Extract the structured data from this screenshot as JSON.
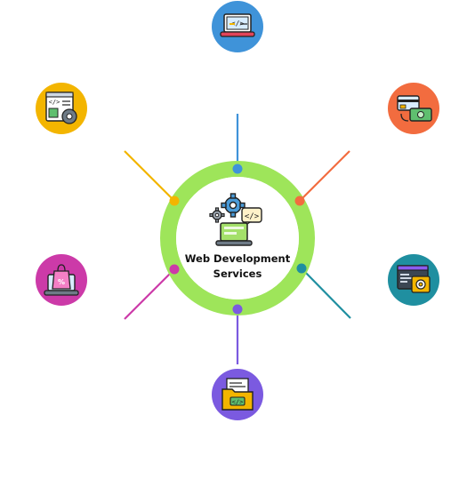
{
  "center": {
    "title_line1": "Web Development",
    "title_line2": "Services",
    "ring_color": "#9ee55a",
    "icon": "laptop-code-gear-icon"
  },
  "services": [
    {
      "id": "top",
      "icon": "laptop-code-icon",
      "color": "#3f93d9"
    },
    {
      "id": "top-right",
      "icon": "payment-card-cash-icon",
      "color": "#f26c3f"
    },
    {
      "id": "right",
      "icon": "browser-settings-icon",
      "color": "#1f8fa0"
    },
    {
      "id": "bottom",
      "icon": "code-folder-icon",
      "color": "#7b5ae0"
    },
    {
      "id": "left",
      "icon": "ecommerce-laptop-bag-icon",
      "color": "#cc3aa8"
    },
    {
      "id": "top-left",
      "icon": "code-window-gear-icon",
      "color": "#f3b500"
    }
  ]
}
